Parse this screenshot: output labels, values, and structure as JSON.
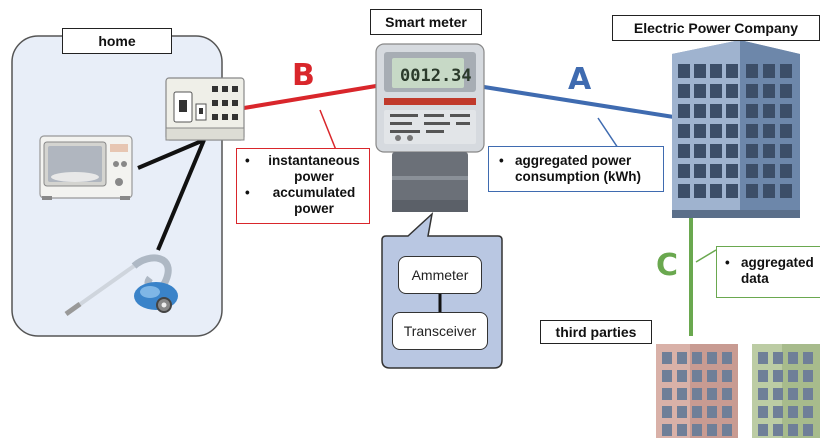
{
  "labels": {
    "home": "home",
    "smart_meter": "Smart meter",
    "power_company": "Electric Power Company",
    "third_parties": "third parties"
  },
  "links": {
    "a": {
      "letter": "A",
      "color": "#3f6bb0"
    },
    "b": {
      "letter": "B",
      "color": "#d9262b"
    },
    "c": {
      "letter": "C",
      "color": "#6aa84f"
    }
  },
  "callouts": {
    "b_items": [
      "instantaneous power",
      "accumulated power"
    ],
    "a_items": [
      "aggregated power consumption (kWh)"
    ],
    "c_items": [
      "aggregated data"
    ]
  },
  "meter_internals": {
    "ammeter": "Ammeter",
    "transceiver": "Transceiver"
  },
  "meter_display": "0012.34",
  "icons": [
    "house-panel",
    "breaker-panel-icon",
    "microwave-icon",
    "vacuum-cleaner-icon",
    "smart-meter-icon",
    "office-building-icon",
    "third-party-building-icon"
  ],
  "colors": {
    "home_bg": "#e8eef8",
    "callout_a_border": "#3f6bb0",
    "callout_b_border": "#d9262b",
    "callout_c_border": "#6aa84f",
    "meter_bubble": "#b9c7e2"
  }
}
